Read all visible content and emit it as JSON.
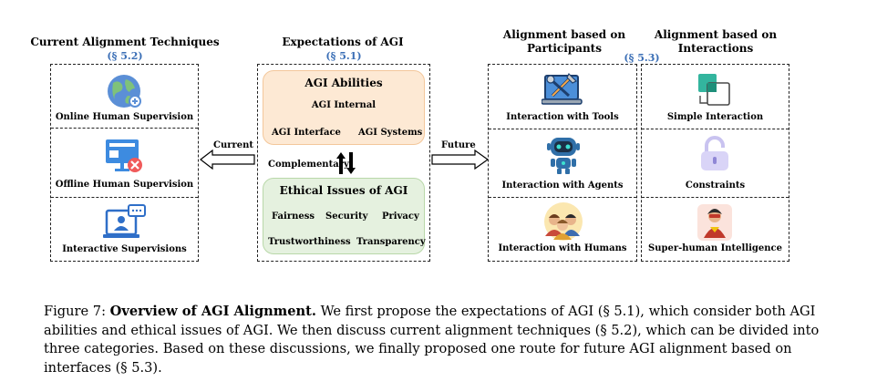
{
  "left": {
    "title": "Current Alignment Techniques",
    "section": "(§ 5.2)",
    "items": [
      {
        "label": "Online Human Supervision"
      },
      {
        "label": "Offline Human Supervision"
      },
      {
        "label": "Interactive Supervisions"
      }
    ]
  },
  "center": {
    "title": "Expectations of AGI",
    "section": "(§ 5.1)",
    "abilities": {
      "title": "AGI Abilities",
      "items": [
        "AGI Internal",
        "AGI Interface",
        "AGI Systems"
      ]
    },
    "complementary": "Complementary",
    "ethics": {
      "title": "Ethical Issues of AGI",
      "items": [
        "Fairness",
        "Security",
        "Privacy",
        "Trustworthiness",
        "Transparency"
      ]
    }
  },
  "arrows": {
    "current": "Current",
    "future": "Future"
  },
  "right": {
    "participants_title_1": "Alignment based on",
    "participants_title_2": "Participants",
    "interactions_title_1": "Alignment based on",
    "interactions_title_2": "Interactions",
    "section": "(§ 5.3)",
    "participants": [
      {
        "label": "Interaction with Tools"
      },
      {
        "label": "Interaction with Agents"
      },
      {
        "label": "Interaction with Humans"
      }
    ],
    "interactions": [
      {
        "label": "Simple Interaction"
      },
      {
        "label": "Constraints"
      },
      {
        "label": "Super-human Intelligence"
      }
    ]
  },
  "caption": {
    "fig": "Figure 7:",
    "bold": "Overview of AGI Alignment.",
    "text": " We first propose the expectations of AGI (§ 5.1), which consider both AGI abilities and ethical issues of AGI. We then discuss current alignment techniques (§ 5.2), which can be divided into three categories. Based on these discussions, we finally proposed one route for future AGI alignment based on interfaces (§ 5.3)."
  }
}
